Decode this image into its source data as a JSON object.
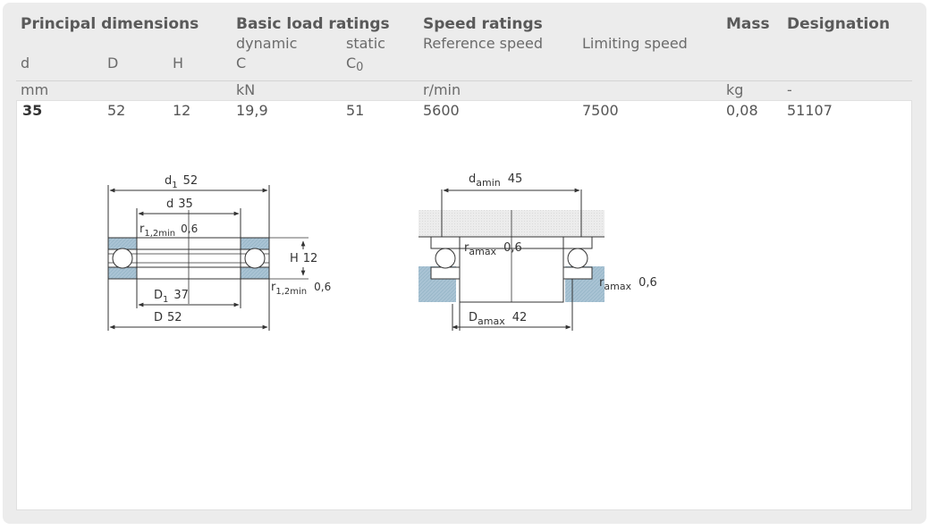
{
  "table": {
    "groups": {
      "principal": "Principal dimensions",
      "load": "Basic load ratings",
      "speed": "Speed ratings",
      "mass": "Mass",
      "designation": "Designation"
    },
    "subheads": {
      "dynamic": "dynamic",
      "static": "static",
      "reference_speed": "Reference speed",
      "limiting_speed": "Limiting speed"
    },
    "symbols": {
      "d": "d",
      "D": "D",
      "H": "H",
      "C": "C",
      "C0_main": "C",
      "C0_sub": "0"
    },
    "units": {
      "mm": "mm",
      "kN": "kN",
      "rmin": "r/min",
      "kg": "kg",
      "dash": "-"
    },
    "row": {
      "d": "35",
      "D": "52",
      "H": "12",
      "C": "19,9",
      "C0": "51",
      "ref_speed": "5600",
      "lim_speed": "7500",
      "mass": "0,08",
      "designation": "51107"
    }
  },
  "drawing_left": {
    "d1_sym": "d",
    "d1_sub": "1",
    "d1_val": "52",
    "d_label": "d",
    "d_val": "35",
    "r_sym": "r",
    "r_sub": "1,2min",
    "r_val": "0,6",
    "H_label": "H",
    "H_val": "12",
    "r2_sym": "r",
    "r2_sub": "1,2min",
    "r2_val": "0,6",
    "D1_sym": "D",
    "D1_sub": "1",
    "D1_val": "37",
    "D_label": "D",
    "D_val": "52"
  },
  "drawing_right": {
    "da_sym": "d",
    "da_sub": "amin",
    "da_val": "45",
    "ra_sym": "r",
    "ra_sub": "amax",
    "ra_val": "0,6",
    "ra2_sym": "r",
    "ra2_sub": "amax",
    "ra2_val": "0,6",
    "Da_sym": "D",
    "Da_sub": "amax",
    "Da_val": "42"
  }
}
